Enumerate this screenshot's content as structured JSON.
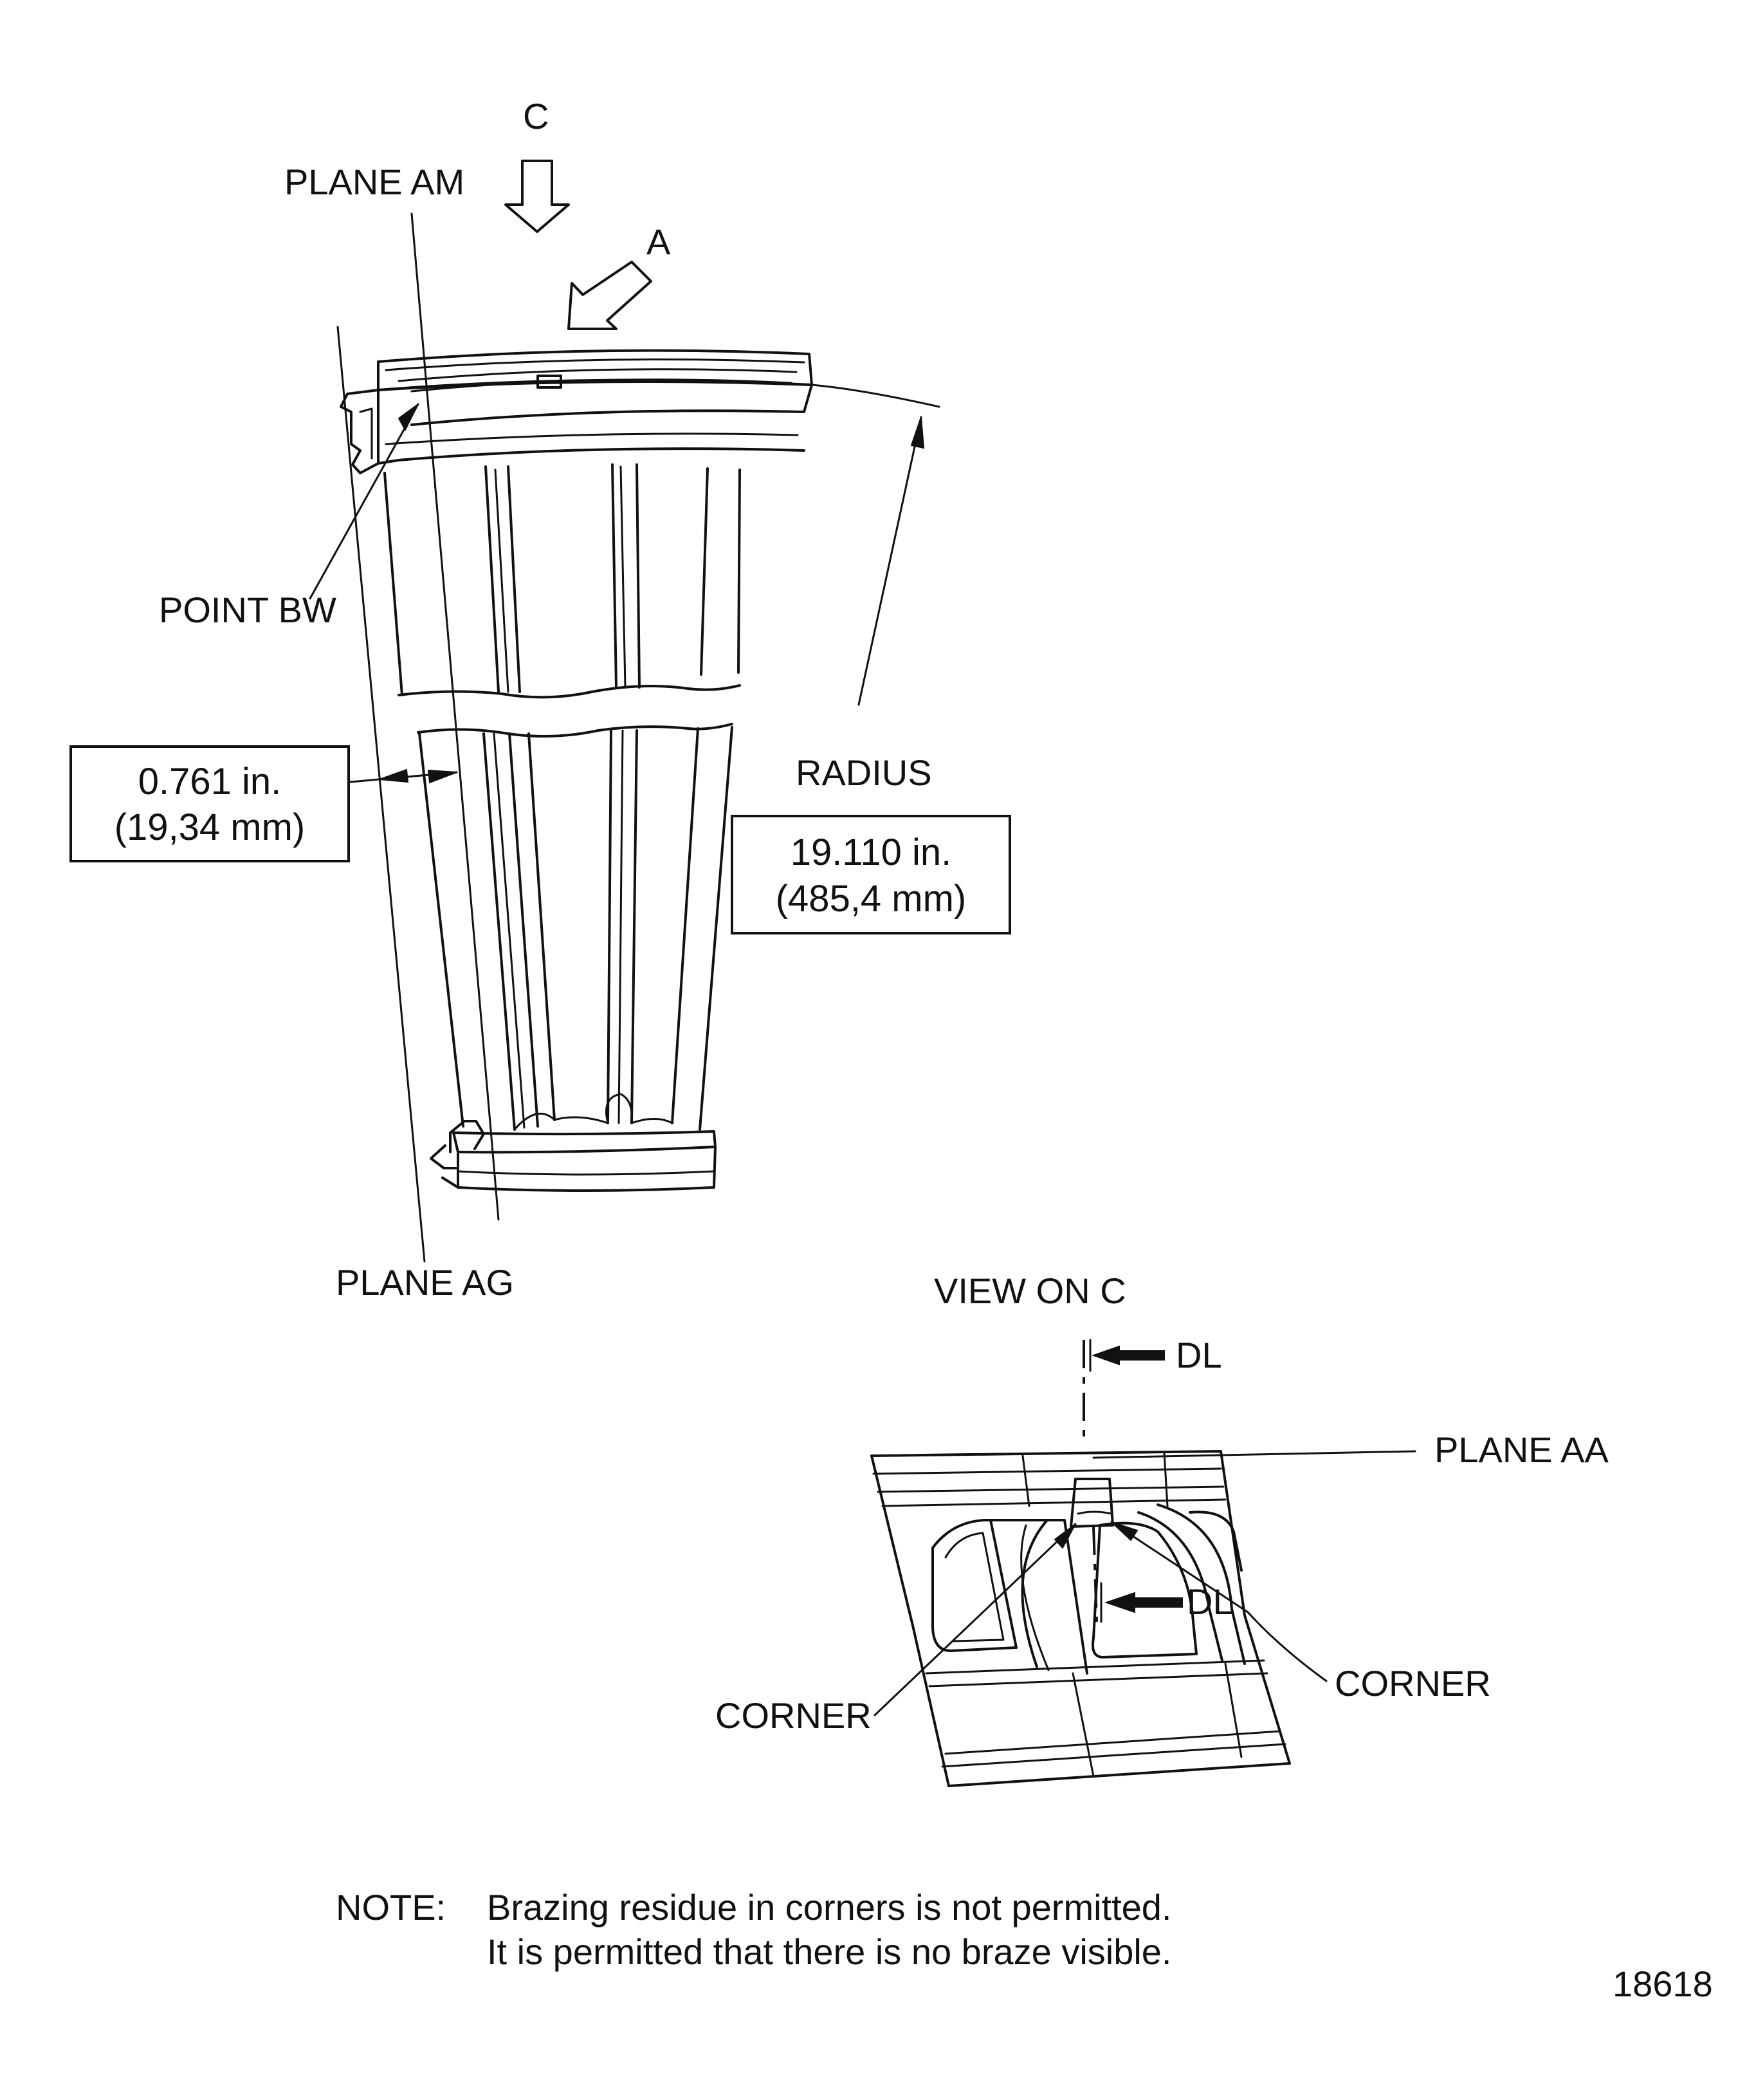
{
  "labels": {
    "view_arrow_c": "C",
    "view_arrow_a": "A",
    "plane_am": "PLANE AM",
    "point_bw": "POINT BW",
    "radius": "RADIUS",
    "plane_ag": "PLANE AG",
    "view_on_c": "VIEW ON C",
    "section_dl_top": "DL",
    "section_dl_mid": "DL",
    "plane_aa": "PLANE AA",
    "corner_left": "CORNER",
    "corner_right": "CORNER"
  },
  "dimensions": {
    "thickness": {
      "inch": "0.761 in.",
      "mm": "(19,34 mm)"
    },
    "radius": {
      "inch": "19.110 in.",
      "mm": "(485,4 mm)"
    }
  },
  "note": {
    "prefix": "NOTE:",
    "line1": "Brazing residue in corners is not permitted.",
    "line2": "It is permitted that there is no braze visible."
  },
  "figure_number": "18618"
}
